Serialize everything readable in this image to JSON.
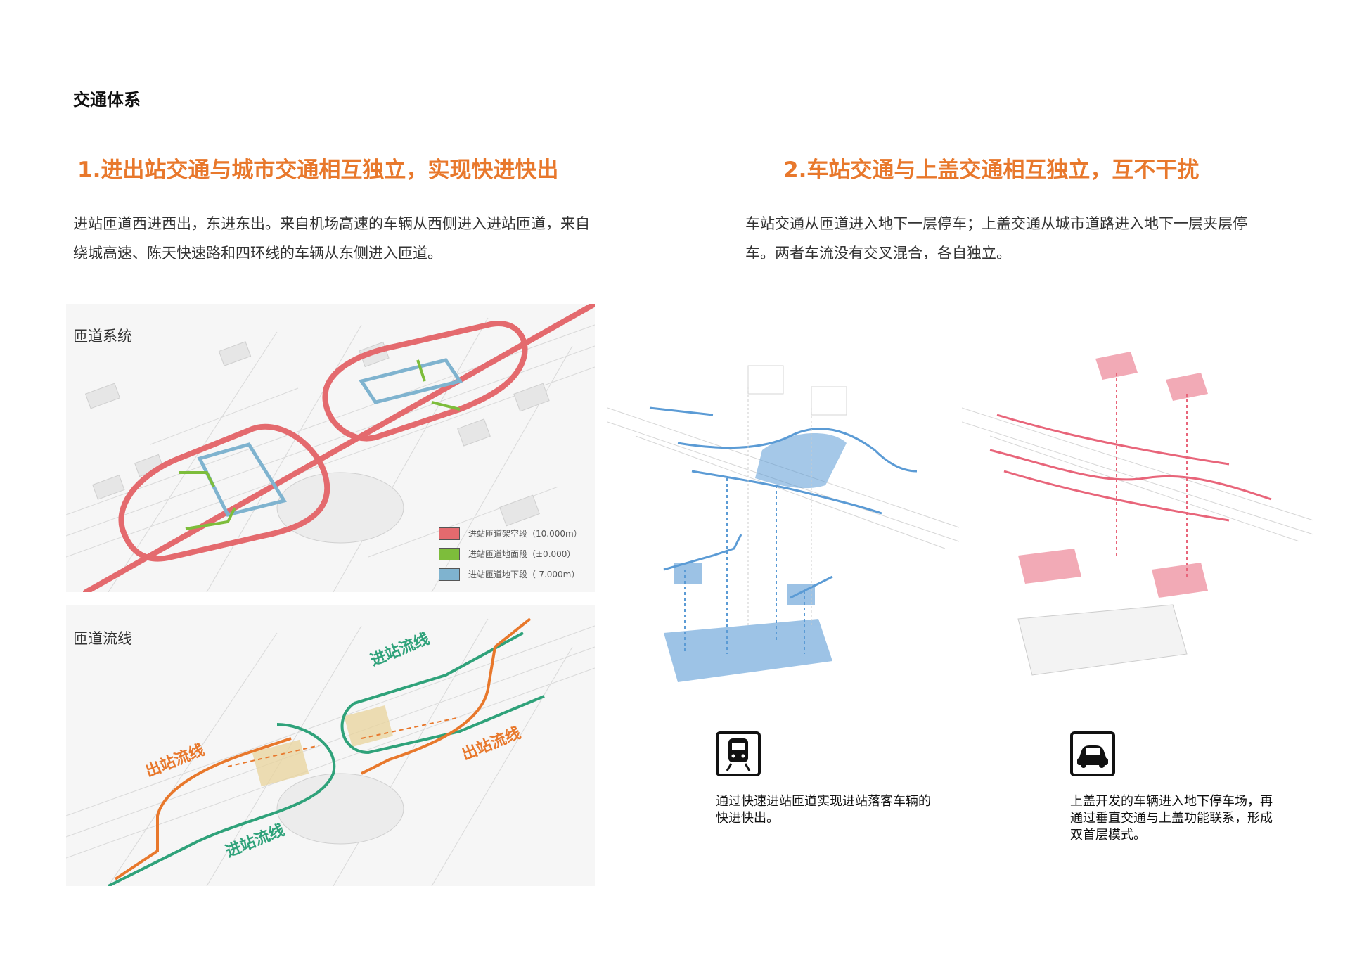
{
  "page": {
    "title": "交通体系"
  },
  "section1": {
    "heading": "1.进出站交通与城市交通相互独立，实现快进快出",
    "body": "进站匝道西进西出，东进东出。来自机场高速的车辆从西侧进入进站匝道，来自绕城高速、陈天快速路和四环线的车辆从东侧进入匝道。",
    "map1_label": "匝道系统",
    "map2_label": "匝道流线",
    "legend": [
      {
        "label": "进站匝道架空段（10.000m）",
        "color": "#e46a6e"
      },
      {
        "label": "进站匝道地面段（±0.000）",
        "color": "#7dbd3b"
      },
      {
        "label": "进站匝道地下段（-7.000m）",
        "color": "#7fb3cf"
      }
    ],
    "flow_labels": {
      "in_top": "进站流线",
      "in_bottom": "进站流线",
      "out_left": "出站流线",
      "out_right": "出站流线"
    },
    "colors": {
      "elevated": "#e46a6e",
      "ground": "#7dbd3b",
      "underground": "#7fb3cf",
      "inflow": "#2fa27a",
      "outflow": "#e8782c"
    }
  },
  "section2": {
    "heading": "2.车站交通与上盖交通相互独立，互不干扰",
    "body": "车站交通从匝道进入地下一层停车；上盖交通从城市道路进入地下一层夹层停车。两者车流没有交叉混合，各自独立。",
    "caption_left": "通过快速进站匝道实现进站落客车辆的快进快出。",
    "caption_right": "上盖开发的车辆进入地下停车场，再通过垂直交通与上盖功能联系，形成双首层模式。",
    "icons": {
      "left": "train-icon",
      "right": "car-icon"
    },
    "colors": {
      "station": "#5b9bd5",
      "podium": "#e8657a"
    }
  }
}
